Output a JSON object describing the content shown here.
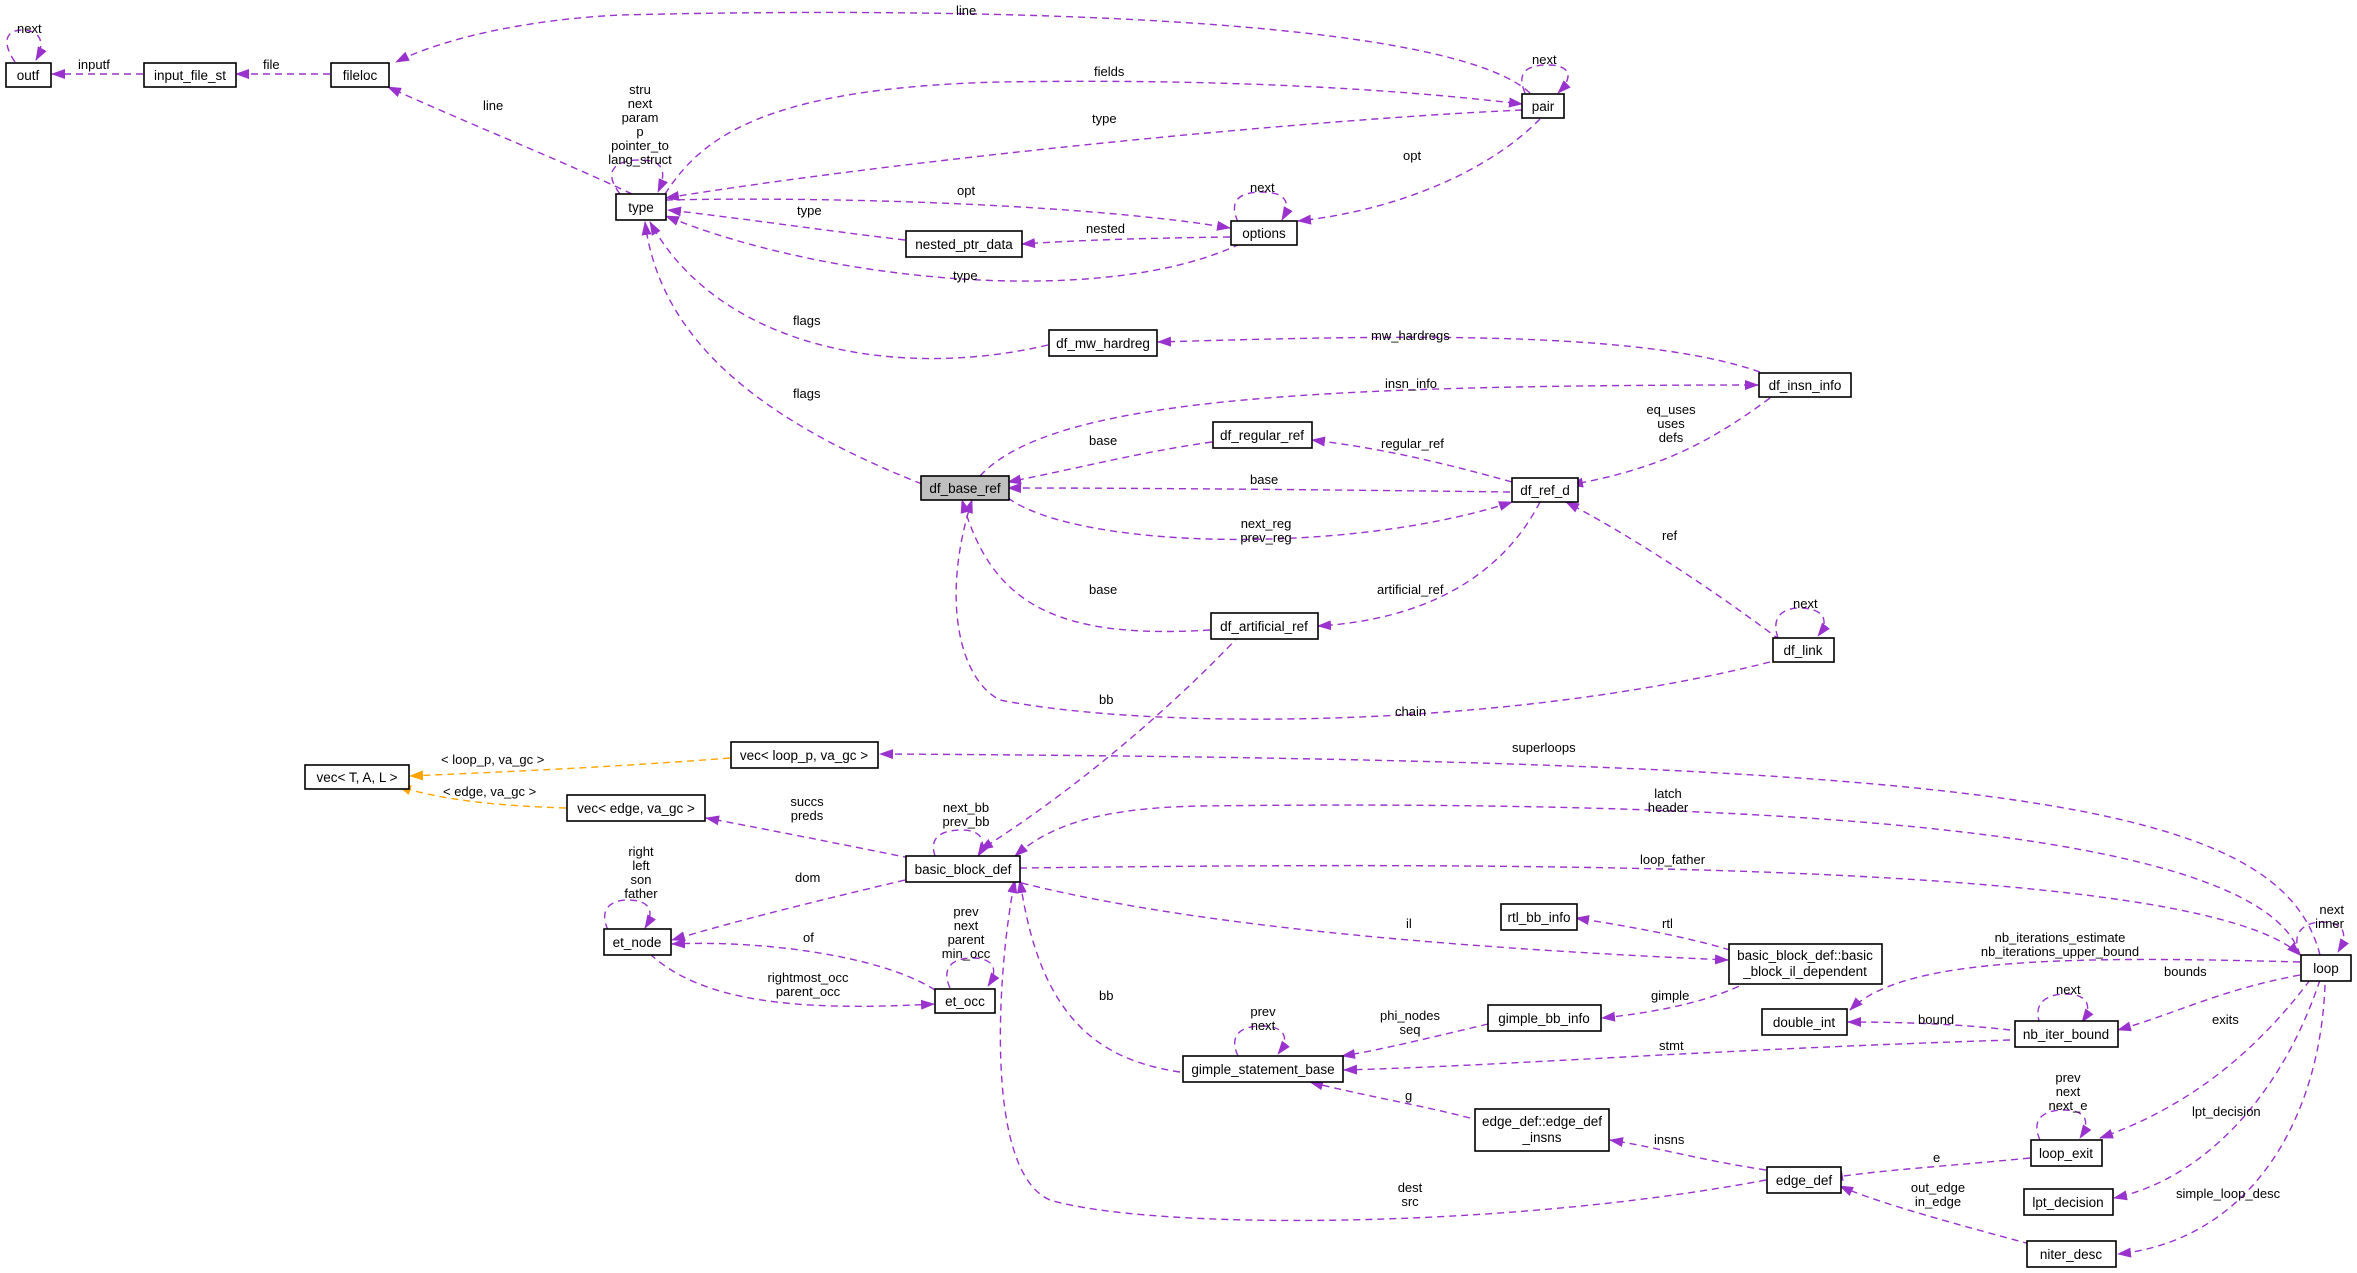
{
  "focus_node": "df_base_ref",
  "nodes": {
    "outf": "outf",
    "input_file_st": "input_file_st",
    "fileloc": "fileloc",
    "pair": "pair",
    "type": "type",
    "options": "options",
    "nested_ptr_data": "nested_ptr_data",
    "df_mw_hardreg": "df_mw_hardreg",
    "df_insn_info": "df_insn_info",
    "df_regular_ref": "df_regular_ref",
    "df_base_ref": "df_base_ref",
    "df_ref_d": "df_ref_d",
    "df_artificial_ref": "df_artificial_ref",
    "df_link": "df_link",
    "vec_loop_p": "vec< loop_p, va_gc >",
    "vec_tal": "vec< T, A, L >",
    "vec_edge": "vec< edge, va_gc >",
    "basic_block_def": "basic_block_def",
    "et_node": "et_node",
    "et_occ": "et_occ",
    "rtl_bb_info": "rtl_bb_info",
    "bb_il_dependent_1": "basic_block_def::basic",
    "bb_il_dependent_2": "_block_il_dependent",
    "loop": "loop",
    "double_int": "double_int",
    "nb_iter_bound": "nb_iter_bound",
    "gimple_bb_info": "gimple_bb_info",
    "gimple_statement_base": "gimple_statement_base",
    "edge_def_insns_1": "edge_def::edge_def",
    "edge_def_insns_2": "_insns",
    "edge_def": "edge_def",
    "loop_exit": "loop_exit",
    "lpt_decision": "lpt_decision",
    "niter_desc": "niter_desc"
  },
  "labels": {
    "outf_next": "next",
    "inputf": "inputf",
    "file": "file",
    "line_pair": "line",
    "line_type": "line",
    "fields": "fields",
    "pair_next": "next",
    "type_in_pair": "type",
    "opt_pair": "opt",
    "type_self_1": "stru",
    "type_self_2": "next",
    "type_self_3": "param",
    "type_self_4": "p",
    "type_self_5": "pointer_to",
    "type_self_6": "lang_struct",
    "options_next": "next",
    "opt": "opt",
    "type_npd": "type",
    "nested": "nested",
    "type_options": "type",
    "flags_1": "flags",
    "flags_2": "flags",
    "mw_hardregs": "mw_hardregs",
    "insn_info": "insn_info",
    "eq_uses_1": "eq_uses",
    "eq_uses_2": "uses",
    "eq_uses_3": "defs",
    "base_regular": "base",
    "regular_ref": "regular_ref",
    "base_refd": "base",
    "next_reg_1": "next_reg",
    "next_reg_2": "prev_reg",
    "base_artificial": "base",
    "artificial_ref": "artificial_ref",
    "ref": "ref",
    "link_next": "next",
    "chain": "chain",
    "bb": "bb",
    "loop_p_tmpl": "< loop_p, va_gc >",
    "edge_tmpl": "< edge, va_gc >",
    "superloops": "superloops",
    "succs_1": "succs",
    "succs_2": "preds",
    "bb_self_1": "next_bb",
    "bb_self_2": "prev_bb",
    "latch_1": "latch",
    "latch_2": "header",
    "loop_father": "loop_father",
    "et_self_1": "right",
    "et_self_2": "left",
    "et_self_3": "son",
    "et_self_4": "father",
    "dom": "dom",
    "of": "of",
    "occ_self_1": "prev",
    "occ_self_2": "next",
    "occ_self_3": "parent",
    "occ_self_4": "min_occ",
    "rightmost_1": "rightmost_occ",
    "rightmost_2": "parent_occ",
    "il": "il",
    "rtl": "rtl",
    "loop_self_1": "next",
    "loop_self_2": "inner",
    "nb_est_1": "nb_iterations_estimate",
    "nb_est_2": "nb_iterations_upper_bound",
    "bounds": "bounds",
    "nib_next": "next",
    "bound": "bound",
    "gimple": "gimple",
    "phi_1": "phi_nodes",
    "phi_2": "seq",
    "gsb_self_1": "prev",
    "gsb_self_2": "next",
    "stmt": "stmt",
    "bb_gsb": "bb",
    "g": "g",
    "insns": "insns",
    "exits": "exits",
    "le_self_1": "prev",
    "le_self_2": "next",
    "le_self_3": "next_e",
    "e": "e",
    "lpt_decision": "lpt_decision",
    "dest_1": "dest",
    "dest_2": "src",
    "out_edge_1": "out_edge",
    "out_edge_2": "in_edge",
    "simple_loop_desc": "simple_loop_desc"
  },
  "colors": {
    "edge": "#9a32cd",
    "template_edge": "#ffa500",
    "focus_fill": "#bfbfbf",
    "node_border": "#000000"
  }
}
